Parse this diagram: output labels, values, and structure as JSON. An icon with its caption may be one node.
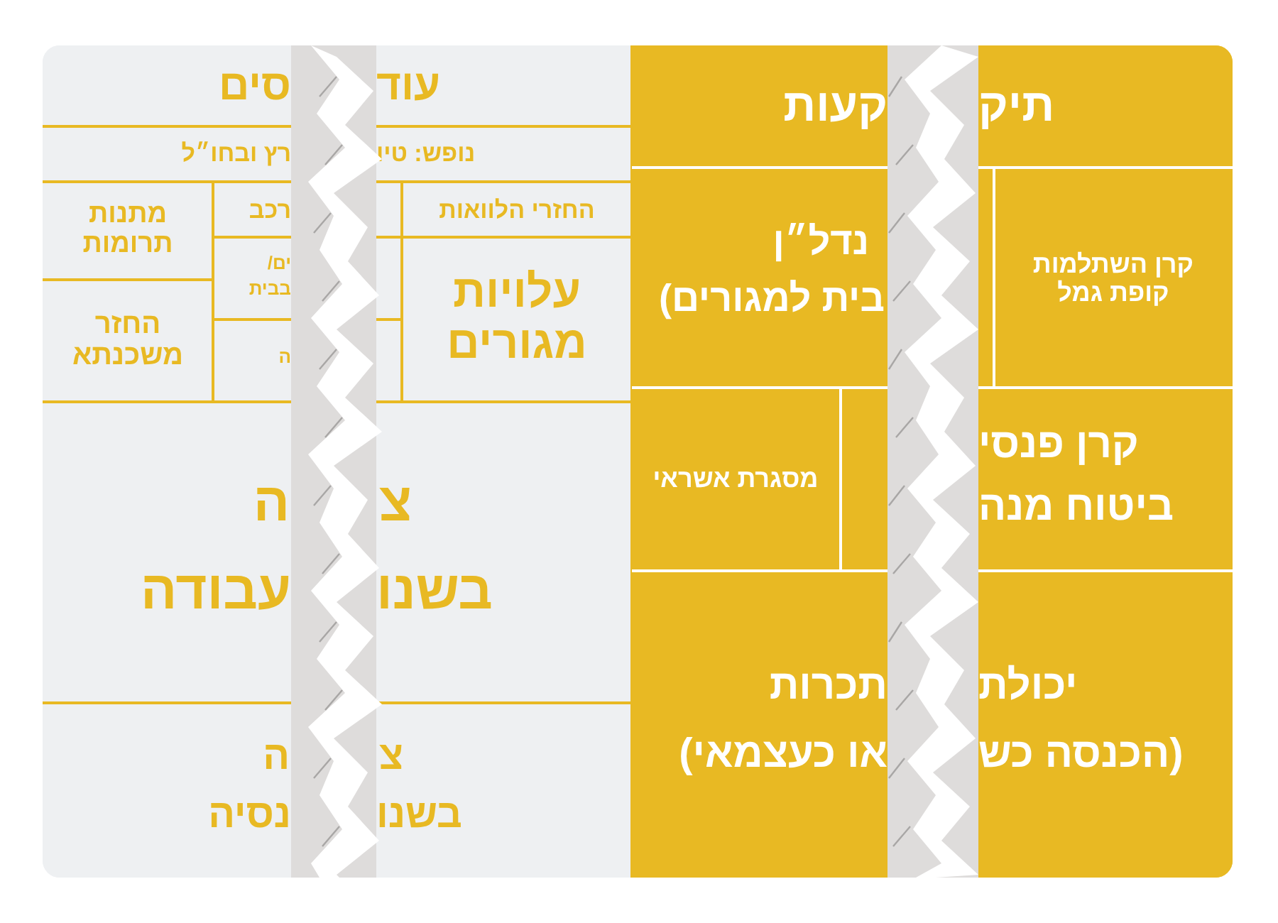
{
  "diagram": {
    "nodes": [
      {
        "text": [
          "עוד",
          "סים"
        ]
      },
      {
        "text": [
          "נופש: טיו",
          "רץ ובחו״ל"
        ]
      },
      {
        "text": [
          "החזרי הלוואות"
        ]
      },
      {
        "text": [
          "רכב"
        ]
      },
      {
        "text": [
          "מתנות תרומות"
        ]
      },
      {
        "text": [
          "עלויות מגורים"
        ]
      },
      {
        "text": [
          "ים/",
          "בבית"
        ]
      },
      {
        "text": [
          "ה"
        ]
      },
      {
        "text": [
          "החזר משכנתא"
        ]
      },
      {
        "text": [
          "צ",
          "ה",
          "בשנו",
          "עבודה"
        ]
      },
      {
        "text": [
          "צ",
          "ה",
          "בשנו",
          "נסיה"
        ]
      },
      {
        "text": [
          "תיק",
          "קעות"
        ]
      },
      {
        "text": [
          "נדל״ן",
          "בית למגורים)"
        ]
      },
      {
        "text": [
          "קרן השתלמות קופת גמל"
        ]
      },
      {
        "text": [
          "מסגרת אשראי"
        ]
      },
      {
        "text": [
          "קרן פנסי",
          "ביטוח מנה"
        ]
      },
      {
        "text": [
          "יכולת",
          "תכרות",
          "(הכנסה כש",
          "או כעצמאי)"
        ]
      }
    ]
  }
}
